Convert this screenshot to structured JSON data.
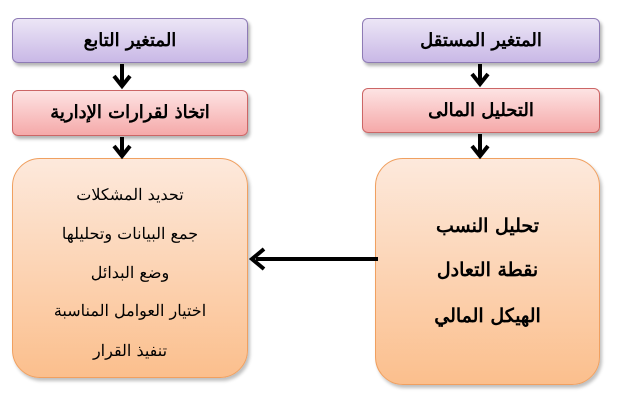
{
  "independent": {
    "title": "المتغير المستقل",
    "analysis": "التحليل المالى",
    "items": [
      "تحليل النسب",
      "نقطة التعادل",
      "الهيكل المالي"
    ]
  },
  "dependent": {
    "title": "المتغير التابع",
    "decision": "اتخاذ لقرارات الإدارية",
    "items": [
      "تحديد المشكلات",
      "جمع البيانات وتحليلها",
      "وضع البدائل",
      "اختيار العوامل المناسبة",
      "تنفيذ القرار"
    ]
  }
}
